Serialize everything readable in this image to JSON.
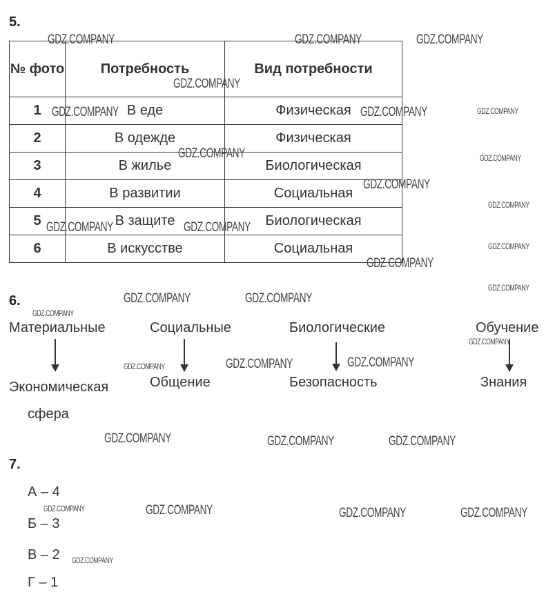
{
  "watermark": "GDZ.COMPANY",
  "task5": {
    "number": "5.",
    "headers": [
      "№ фото",
      "Потребность",
      "Вид потребности"
    ],
    "rows": [
      {
        "n": "1",
        "need": "В еде",
        "type": "Физическая"
      },
      {
        "n": "2",
        "need": "В одежде",
        "type": "Физическая"
      },
      {
        "n": "3",
        "need": "В жилье",
        "type": "Биологическая"
      },
      {
        "n": "4",
        "need": "В развитии",
        "type": "Социальная"
      },
      {
        "n": "5",
        "need": "В защите",
        "type": "Биологическая"
      },
      {
        "n": "6",
        "need": "В искусстве",
        "type": "Социальная"
      }
    ]
  },
  "task6": {
    "number": "6.",
    "pairs": [
      {
        "top": "Материальные",
        "bottom": "Экономическая сфера"
      },
      {
        "top": "Социальные",
        "bottom": "Общение"
      },
      {
        "top": "Биологические",
        "bottom": "Безопасность"
      },
      {
        "top": "Обучение",
        "bottom": "Знания"
      }
    ]
  },
  "task7": {
    "number": "7.",
    "answers": [
      "А – 4",
      "Б – 3",
      "В – 2",
      "Г – 1"
    ]
  }
}
